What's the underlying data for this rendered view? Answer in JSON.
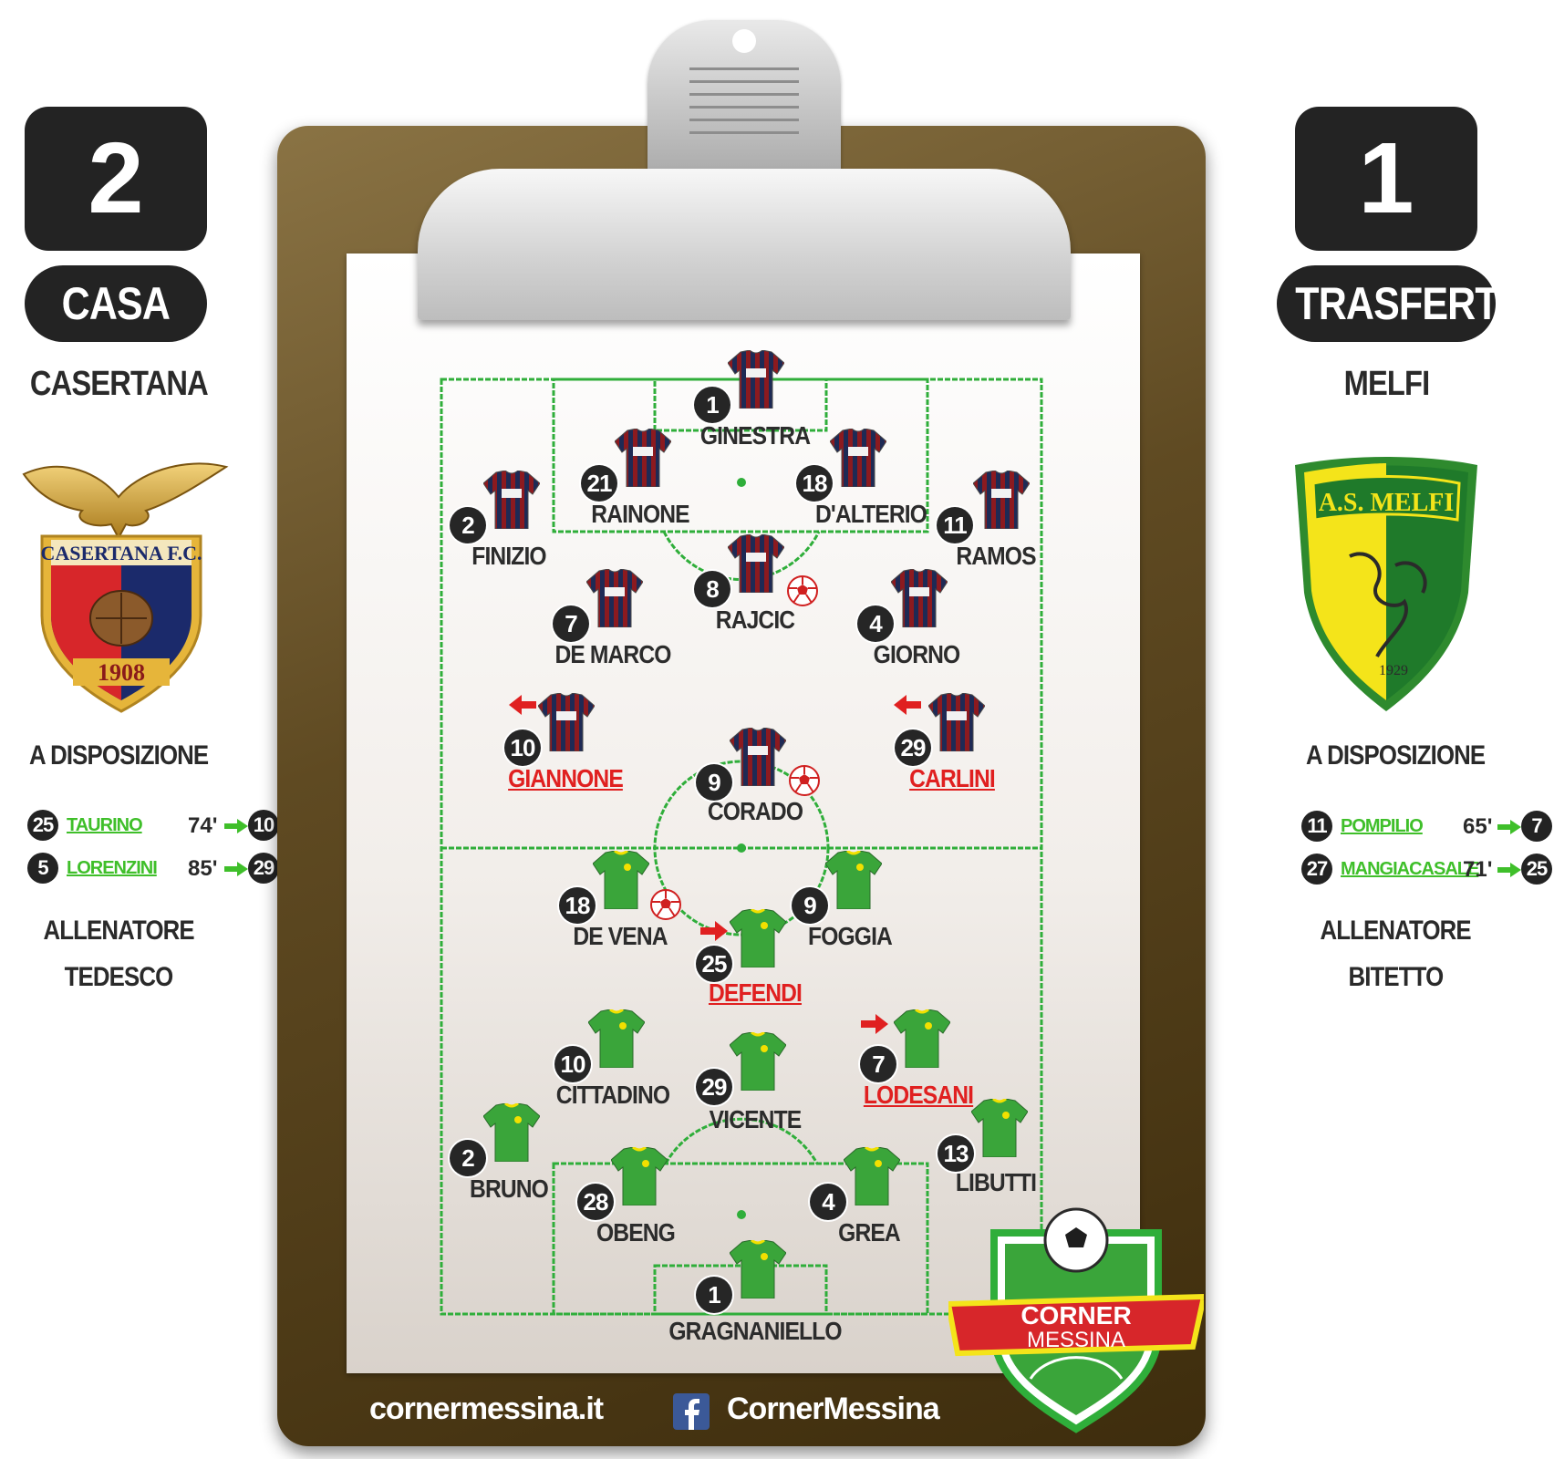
{
  "home": {
    "score": "2",
    "tag": "CASA",
    "team": "CASERTANA",
    "crest_text": "CASERTANA F.C.",
    "crest_year": "1908",
    "bench_label": "A DISPOSIZIONE",
    "subs": [
      {
        "num": "25",
        "name": "TAURINO",
        "minute": "74'",
        "replaced": "10"
      },
      {
        "num": "5",
        "name": "LORENZINI",
        "minute": "85'",
        "replaced": "29"
      }
    ],
    "coach_label": "ALLENATORE",
    "coach": "TEDESCO",
    "colors": {
      "shirt_a": "#8c1a1f",
      "shirt_b": "#1e2a55"
    }
  },
  "away": {
    "score": "1",
    "tag": "TRASFERTA",
    "team": "MELFI",
    "crest_text": "A.S. MELFI",
    "crest_year": "1929",
    "bench_label": "A DISPOSIZIONE",
    "subs": [
      {
        "num": "11",
        "name": "POMPILIO",
        "minute": "65'",
        "replaced": "7"
      },
      {
        "num": "27",
        "name": "MANGIACASALE",
        "minute": "71'",
        "replaced": "25"
      }
    ],
    "coach_label": "ALLENATORE",
    "coach": "BITETTO",
    "colors": {
      "shirt": "#3aa53a",
      "trim": "#f2e000"
    }
  },
  "home_players": [
    {
      "num": "1",
      "name": "GINESTRA"
    },
    {
      "num": "21",
      "name": "RAINONE"
    },
    {
      "num": "18",
      "name": "D'ALTERIO"
    },
    {
      "num": "2",
      "name": "FINIZIO"
    },
    {
      "num": "11",
      "name": "RAMOS"
    },
    {
      "num": "8",
      "name": "RAJCIC",
      "goal": true
    },
    {
      "num": "7",
      "name": "DE MARCO"
    },
    {
      "num": "4",
      "name": "GIORNO"
    },
    {
      "num": "10",
      "name": "GIANNONE",
      "subbed_out": true
    },
    {
      "num": "29",
      "name": "CARLINI",
      "subbed_out": true
    },
    {
      "num": "9",
      "name": "CORADO",
      "goal": true
    }
  ],
  "away_players": [
    {
      "num": "18",
      "name": "DE VENA",
      "goal": true
    },
    {
      "num": "9",
      "name": "FOGGIA"
    },
    {
      "num": "25",
      "name": "DEFENDI",
      "subbed_out": true
    },
    {
      "num": "10",
      "name": "CITTADINO"
    },
    {
      "num": "29",
      "name": "VICENTE"
    },
    {
      "num": "7",
      "name": "LODESANI",
      "subbed_out": true
    },
    {
      "num": "2",
      "name": "BRUNO"
    },
    {
      "num": "13",
      "name": "LIBUTTI"
    },
    {
      "num": "28",
      "name": "OBENG"
    },
    {
      "num": "4",
      "name": "GREA"
    },
    {
      "num": "1",
      "name": "GRAGNANIELLO"
    }
  ],
  "footer": {
    "site": "cornermessina.it",
    "social": "CornerMessina",
    "logo_line1": "CORNER",
    "logo_line2": "MESSINA"
  },
  "icons": {
    "goal": "soccer-ball-icon",
    "sub_out": "red-arrow-icon",
    "sub_in": "green-arrow-icon",
    "social": "facebook-icon"
  }
}
